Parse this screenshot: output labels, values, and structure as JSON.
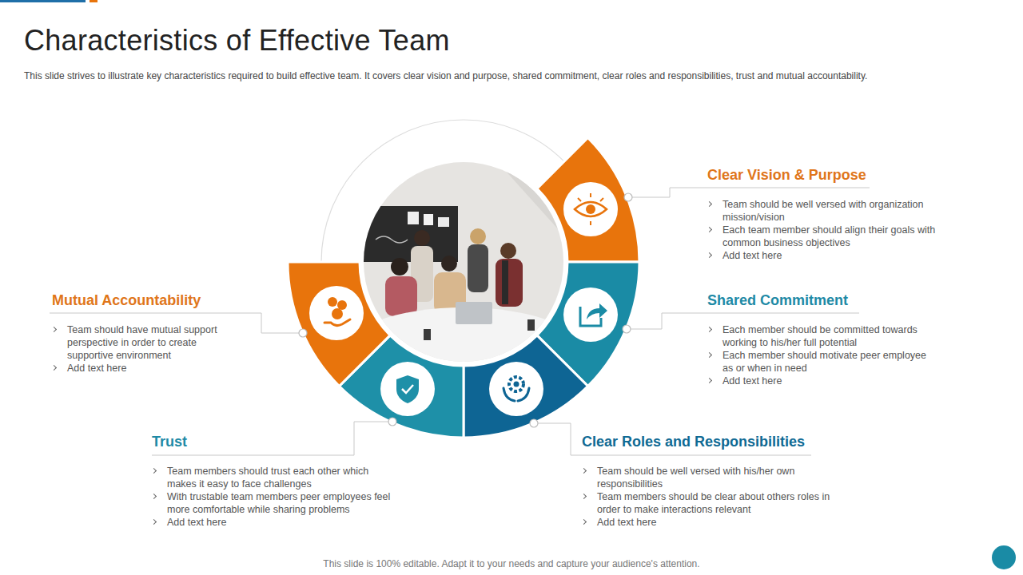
{
  "diagram": {
    "title": "Characteristics of Effective Team",
    "caption": "This slide strives to illustrate key characteristics required to build effective team. It covers clear vision and purpose, shared commitment, clear roles and responsibilities, trust and mutual accountability.",
    "nodes": [
      {
        "text": [
          "Clear Vision & Purpose",
          "Team should be well versed with organization mission/vision",
          "Each team member should align their goals with common business objectives",
          "Add text here"
        ]
      },
      {
        "text": [
          "Shared Commitment",
          "Each member should be committed towards working to his/her full potential",
          "Each member should motivate peer employee as or when in need",
          "Add text here"
        ]
      },
      {
        "text": [
          "Clear Roles and Responsibilities",
          "Team should be well versed with his/her own responsibilities",
          "Team members should be clear about others roles in order to make interactions relevant",
          "Add text here"
        ]
      },
      {
        "text": [
          "Trust",
          "Team members should trust each other which makes it easy to face challenges",
          "With trustable team members peer employees feel more comfortable while sharing problems",
          "Add text here"
        ]
      },
      {
        "text": [
          "Mutual Accountability",
          "Team should have mutual support perspective in order to create supportive environment",
          "Add text here"
        ]
      }
    ],
    "labels": [
      "This slide is 100% editable. Adapt it to your needs and capture your audience's attention."
    ]
  }
}
